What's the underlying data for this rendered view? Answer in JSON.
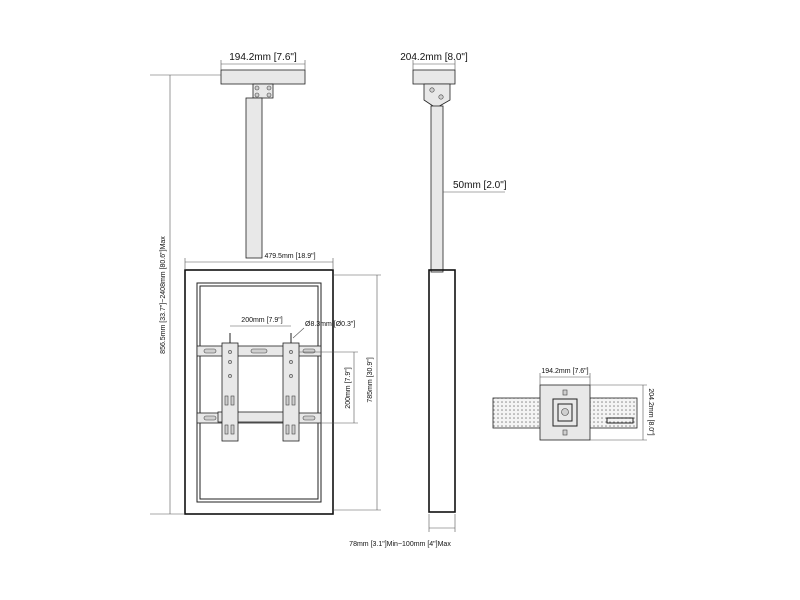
{
  "front_view": {
    "top_plate_width": "194.2mm [7.6\"]",
    "frame_width": "479.5mm [18.9\"]",
    "vesa_horizontal": "200mm [7.9\"]",
    "hole_diameter": "Ø8.3mm [Ø0.3\"]",
    "vesa_vertical": "200mm [7.9\"]",
    "frame_height": "785mm [30.9\"]",
    "overall_height": "856.5mm [33.7\"]~2408mm [80.6\"]Max"
  },
  "side_view": {
    "top_plate_depth": "204.2mm [8.0\"]",
    "pole_diameter": "50mm [2.0\"]",
    "column_depth": "78mm [3.1\"]Min~100mm [4\"]Max"
  },
  "top_view": {
    "plate_width": "194.2mm [7.6\"]",
    "plate_depth": "204.2mm [8.0\"]"
  }
}
